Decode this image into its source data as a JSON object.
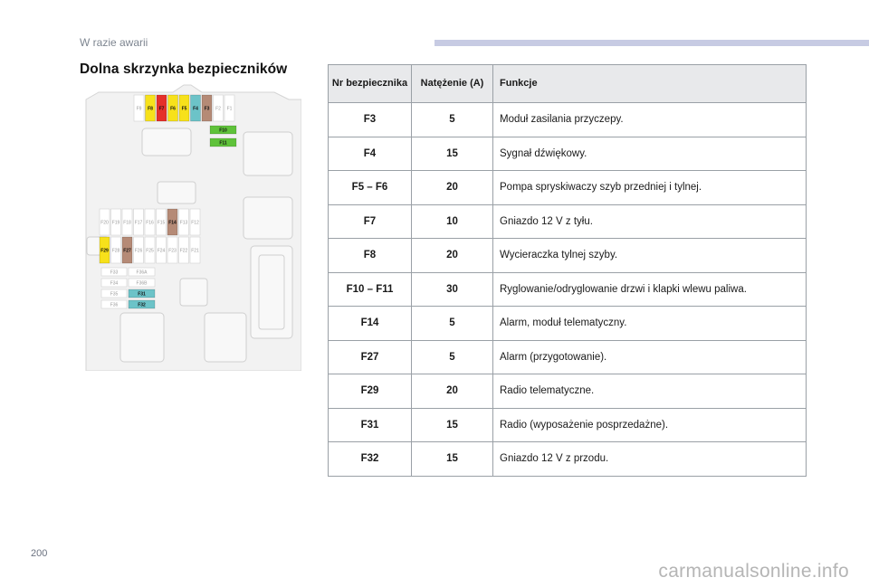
{
  "header": {
    "section": "W razie awarii",
    "accent": "#c7cbe3"
  },
  "title": "Dolna skrzynka bezpieczników",
  "page_number": "200",
  "watermark": "carmanualsonline.info",
  "table": {
    "columns": [
      "Nr bezpiecznika",
      "Natężenie (A)",
      "Funkcje"
    ],
    "rows": [
      {
        "nr": "F3",
        "amp": "5",
        "fn": "Moduł zasilania przyczepy."
      },
      {
        "nr": "F4",
        "amp": "15",
        "fn": "Sygnał dźwiękowy."
      },
      {
        "nr": "F5 – F6",
        "amp": "20",
        "fn": "Pompa spryskiwaczy szyb przedniej i tylnej."
      },
      {
        "nr": "F7",
        "amp": "10",
        "fn": "Gniazdo 12 V z tyłu."
      },
      {
        "nr": "F8",
        "amp": "20",
        "fn": "Wycieraczka tylnej szyby."
      },
      {
        "nr": "F10 – F11",
        "amp": "30",
        "fn": "Ryglowanie/odryglowanie drzwi i klapki wlewu paliwa."
      },
      {
        "nr": "F14",
        "amp": "5",
        "fn": "Alarm, moduł telematyczny."
      },
      {
        "nr": "F27",
        "amp": "5",
        "fn": "Alarm (przygotowanie)."
      },
      {
        "nr": "F29",
        "amp": "20",
        "fn": "Radio telematyczne."
      },
      {
        "nr": "F31",
        "amp": "15",
        "fn": "Radio (wyposażenie posprzedażne)."
      },
      {
        "nr": "F32",
        "amp": "15",
        "fn": "Gniazdo 12 V z przodu."
      }
    ]
  },
  "diagram": {
    "top_fuses": [
      "F9",
      "F8",
      "F7",
      "F6",
      "F5",
      "F4",
      "F3",
      "F2",
      "F1"
    ],
    "top_colors": [
      "#ffffff",
      "#f7e11b",
      "#e5302a",
      "#f7e11b",
      "#f7e11b",
      "#6cc3c8",
      "#b58a76",
      "#ffffff",
      "#ffffff"
    ],
    "green_fuses": [
      "F10",
      "F11"
    ],
    "green_color": "#5fc23a",
    "mid_row": [
      "F20",
      "F19",
      "F18",
      "F17",
      "F16",
      "F15",
      "F14",
      "F13",
      "F12"
    ],
    "mid_colors": [
      "#ffffff",
      "#ffffff",
      "#ffffff",
      "#ffffff",
      "#ffffff",
      "#ffffff",
      "#b58a76",
      "#ffffff",
      "#ffffff"
    ],
    "low_row": [
      "F29",
      "F28",
      "F27",
      "F26",
      "F25",
      "F24",
      "F23",
      "F22",
      "F21"
    ],
    "low_colors": [
      "#f7e11b",
      "#ffffff",
      "#b58a76",
      "#ffffff",
      "#ffffff",
      "#ffffff",
      "#ffffff",
      "#ffffff",
      "#ffffff"
    ],
    "bottom_left": [
      "F33",
      "F34",
      "F35",
      "F36"
    ],
    "bottom_right": [
      "F36A",
      "F36B",
      "F31",
      "F32"
    ],
    "bottom_right_colors": [
      "#ffffff",
      "#ffffff",
      "#6cc3c8",
      "#6cc3c8"
    ]
  }
}
